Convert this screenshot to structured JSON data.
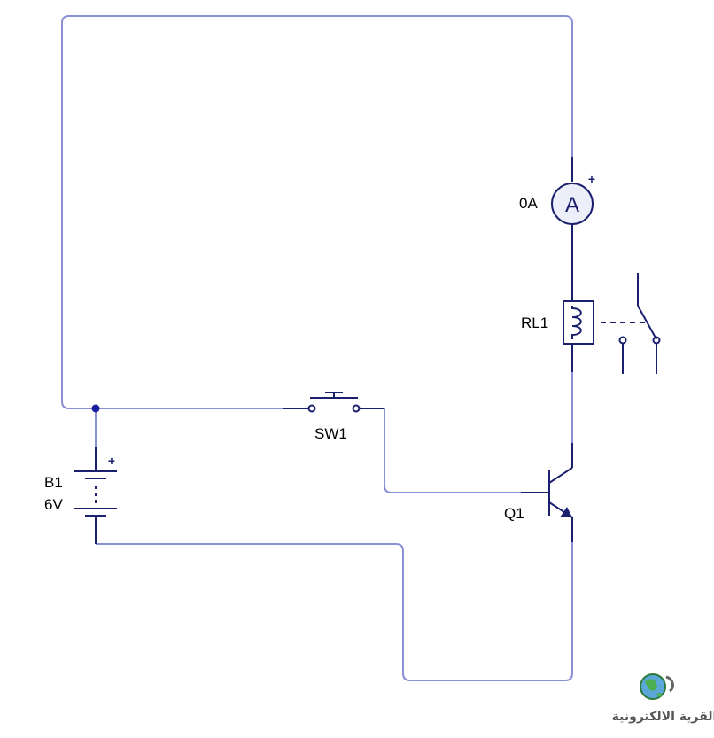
{
  "components": {
    "ammeter": {
      "reading": "0A",
      "symbol": "A",
      "polarity": "+"
    },
    "relay": {
      "label": "RL1"
    },
    "switch": {
      "label": "SW1"
    },
    "battery": {
      "label": "B1",
      "voltage": "6V",
      "polarity": "+"
    },
    "transistor": {
      "label": "Q1"
    }
  },
  "watermark": {
    "text": "القرية الالكترونية"
  },
  "colors": {
    "wire": "#8a8fd8",
    "component": "#1a1f6e",
    "junction": "#1a1f9e",
    "ammeter_fill": "#eceefa"
  }
}
